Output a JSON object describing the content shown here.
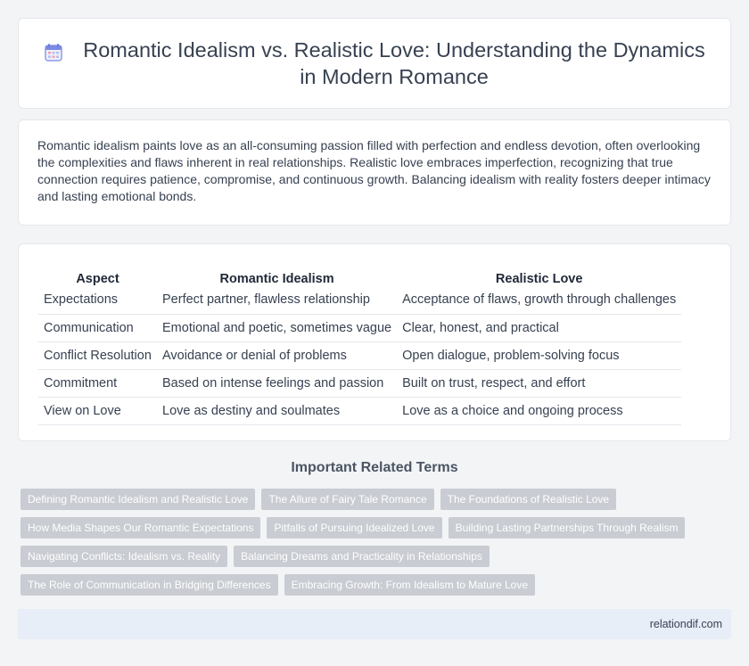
{
  "header": {
    "title": "Romantic Idealism vs. Realistic Love: Understanding the Dynamics in Modern Romance",
    "icon": "calendar-icon",
    "icon_color": "#6b7ce0"
  },
  "intro": {
    "text": "Romantic idealism paints love as an all-consuming passion filled with perfection and endless devotion, often overlooking the complexities and flaws inherent in real relationships. Realistic love embraces imperfection, recognizing that true connection requires patience, compromise, and continuous growth. Balancing idealism with reality fosters deeper intimacy and lasting emotional bonds."
  },
  "comparison": {
    "headers": [
      "Aspect",
      "Romantic Idealism",
      "Realistic Love"
    ],
    "rows": [
      [
        "Expectations",
        "Perfect partner, flawless relationship",
        "Acceptance of flaws, growth through challenges"
      ],
      [
        "Communication",
        "Emotional and poetic, sometimes vague",
        "Clear, honest, and practical"
      ],
      [
        "Conflict Resolution",
        "Avoidance or denial of problems",
        "Open dialogue, problem-solving focus"
      ],
      [
        "Commitment",
        "Based on intense feelings and passion",
        "Built on trust, respect, and effort"
      ],
      [
        "View on Love",
        "Love as destiny and soulmates",
        "Love as a choice and ongoing process"
      ]
    ]
  },
  "related": {
    "title": "Important Related Terms",
    "rows": [
      [
        "Defining Romantic Idealism and Realistic Love",
        "The Allure of Fairy Tale Romance",
        "The Foundations of Realistic Love"
      ],
      [
        "How Media Shapes Our Romantic Expectations",
        "Pitfalls of Pursuing Idealized Love",
        "Building Lasting Partnerships Through Realism"
      ],
      [
        "Navigating Conflicts: Idealism vs. Reality",
        "Balancing Dreams and Practicality in Relationships"
      ],
      [
        "The Role of Communication in Bridging Differences",
        "Embracing Growth: From Idealism to Mature Love"
      ]
    ]
  },
  "footer": {
    "brand": "relationdif.com"
  }
}
